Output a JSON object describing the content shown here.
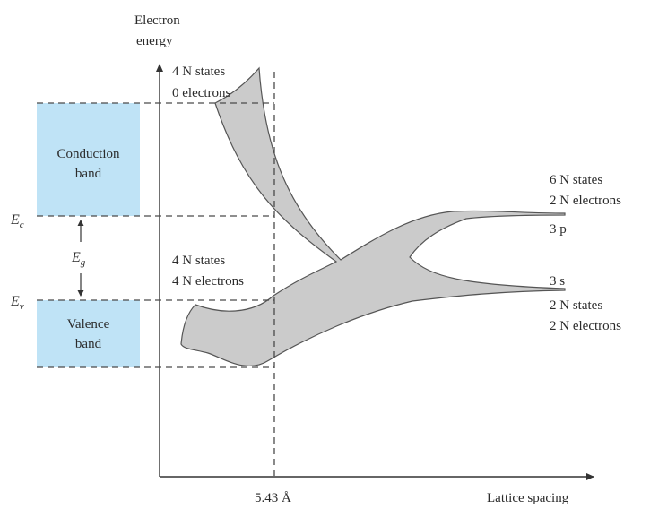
{
  "axes": {
    "y_label_line1": "Electron",
    "y_label_line2": "energy",
    "x_label": "Lattice spacing",
    "x_marker": "5.43 Å"
  },
  "bands": {
    "conduction_line1": "Conduction",
    "conduction_line2": "band",
    "valence_line1": "Valence",
    "valence_line2": "band",
    "Ec_main": "E",
    "Ec_sub": "c",
    "Ev_main": "E",
    "Ev_sub": "v",
    "Eg_main": "E",
    "Eg_sub": "g"
  },
  "annotations": {
    "top_states": "4 N states",
    "top_electrons": "0   electrons",
    "mid_states": "4 N states",
    "mid_electrons": "4 N electrons",
    "right_p_states": "6 N states",
    "right_p_electrons": "2 N electrons",
    "right_p_level": "3 p",
    "right_s_level": "3 s",
    "right_s_states": "2 N states",
    "right_s_electrons": "2 N electrons"
  },
  "colors": {
    "band_fill": "#bfe3f6",
    "region_fill": "#cbcbcb"
  }
}
